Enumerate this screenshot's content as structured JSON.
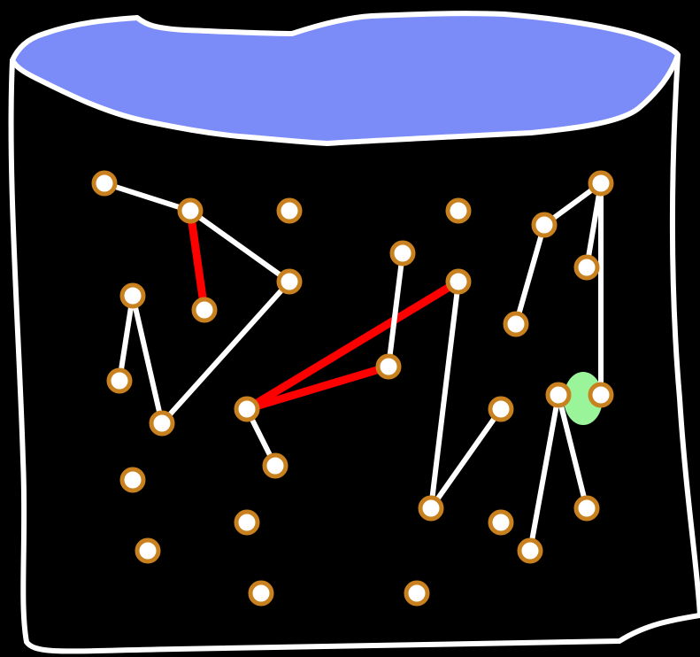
{
  "colors": {
    "background": "#000000",
    "container_outline": "#ffffff",
    "water": "#7b8cf9",
    "node_fill": "#ffffff",
    "node_ring": "#c9801e",
    "edge_default": "#ffffff",
    "edge_highlight": "#ff0000",
    "marker_green": "#9af59a"
  },
  "node_ids": [
    "n1",
    "n2",
    "n3",
    "n4",
    "n5",
    "n6",
    "n7",
    "n8",
    "n9",
    "n10",
    "n11",
    "n12",
    "n13",
    "n14",
    "n15",
    "n16",
    "n17",
    "n18",
    "n19",
    "n20",
    "n21",
    "n22",
    "n23",
    "n24",
    "n25",
    "n26",
    "n27",
    "n28",
    "n29",
    "n30",
    "n31",
    "n32",
    "n33",
    "n34"
  ],
  "edges": [
    {
      "from": "n1",
      "to": "n2",
      "kind": "default"
    },
    {
      "from": "n2",
      "to": "n7",
      "kind": "default"
    },
    {
      "from": "n2",
      "to": "n9",
      "kind": "highlight"
    },
    {
      "from": "n7",
      "to": "n15",
      "kind": "default"
    },
    {
      "from": "n8",
      "to": "n15",
      "kind": "default"
    },
    {
      "from": "n8",
      "to": "n14",
      "kind": "default"
    },
    {
      "from": "n16",
      "to": "n23",
      "kind": "default"
    },
    {
      "from": "n16",
      "to": "n10",
      "kind": "highlight"
    },
    {
      "from": "n16",
      "to": "n17",
      "kind": "highlight"
    },
    {
      "from": "n13",
      "to": "n17",
      "kind": "default"
    },
    {
      "from": "n10",
      "to": "n24",
      "kind": "default"
    },
    {
      "from": "n24",
      "to": "n18",
      "kind": "default"
    },
    {
      "from": "n5",
      "to": "n6",
      "kind": "default"
    },
    {
      "from": "n5",
      "to": "n11",
      "kind": "default"
    },
    {
      "from": "n6",
      "to": "n12",
      "kind": "default"
    },
    {
      "from": "n6",
      "to": "n21",
      "kind": "default"
    },
    {
      "from": "n19",
      "to": "n26",
      "kind": "default"
    },
    {
      "from": "n19",
      "to": "n20",
      "kind": "default"
    }
  ],
  "marker": {
    "near_node": "n21"
  }
}
